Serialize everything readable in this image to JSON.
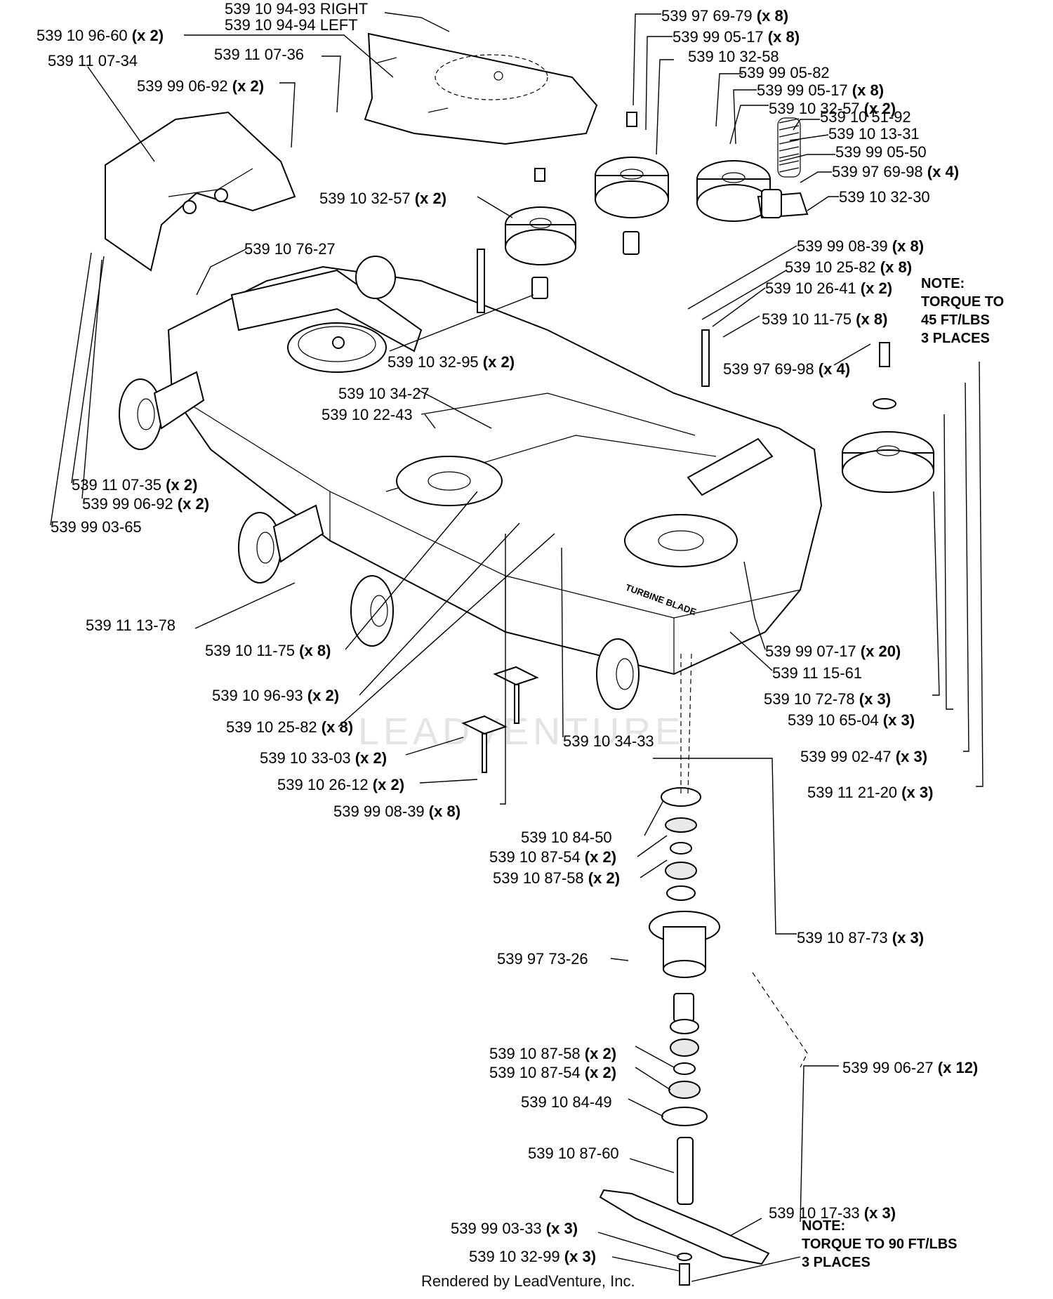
{
  "diagram": {
    "callouts": [
      {
        "part": "539 10 94-93 RIGHT",
        "qty": ""
      },
      {
        "part": "539 10 94-94 LEFT",
        "qty": ""
      },
      {
        "part": "539 10 96-60",
        "qty": "(x 2)"
      },
      {
        "part": "539 11 07-34",
        "qty": ""
      },
      {
        "part": "539 11 07-36",
        "qty": ""
      },
      {
        "part": "539 99 06-92",
        "qty": "(x 2)"
      },
      {
        "part": "539 10 76-27",
        "qty": ""
      },
      {
        "part": "539 10 32-57",
        "qty": "(x 2)"
      },
      {
        "part": "539 97 69-79",
        "qty": "(x 8)"
      },
      {
        "part": "539 99 05-17",
        "qty": "(x 8)"
      },
      {
        "part": "539 10 32-58",
        "qty": ""
      },
      {
        "part": "539 99 05-82",
        "qty": ""
      },
      {
        "part": "539 99 05-17",
        "qty": "(x 8)"
      },
      {
        "part": "539 10 32-57",
        "qty": "(x 2)"
      },
      {
        "part": "539 10 51-92",
        "qty": ""
      },
      {
        "part": "539 10 13-31",
        "qty": ""
      },
      {
        "part": "539 99 05-50",
        "qty": ""
      },
      {
        "part": "539 97 69-98",
        "qty": "(x 4)"
      },
      {
        "part": "539 10 32-30",
        "qty": ""
      },
      {
        "part": "539 99 08-39",
        "qty": "(x 8)"
      },
      {
        "part": "539 10 25-82",
        "qty": "(x 8)"
      },
      {
        "part": "539 10 26-41",
        "qty": "(x 2)"
      },
      {
        "part": "539 10 11-75",
        "qty": "(x 8)"
      },
      {
        "part": "539 97 69-98",
        "qty": "(x 4)"
      },
      {
        "part": "539 10 32-95",
        "qty": "(x 2)"
      },
      {
        "part": "539 10 34-27",
        "qty": ""
      },
      {
        "part": "539 10 22-43",
        "qty": ""
      },
      {
        "part": "539 11 07-35",
        "qty": "(x 2)"
      },
      {
        "part": "539 99 06-92",
        "qty": "(x 2)"
      },
      {
        "part": "539 99 03-65",
        "qty": ""
      },
      {
        "part": "539 11 13-78",
        "qty": ""
      },
      {
        "part": "539 99 07-17",
        "qty": "(x 20)"
      },
      {
        "part": "539 11 15-61",
        "qty": ""
      },
      {
        "part": "539 10 11-75",
        "qty": "(x 8)"
      },
      {
        "part": "539 10 96-93",
        "qty": "(x 2)"
      },
      {
        "part": "539 10 72-78",
        "qty": "(x 3)"
      },
      {
        "part": "539 10 65-04",
        "qty": "(x 3)"
      },
      {
        "part": "539 10 25-82",
        "qty": "(x 8)"
      },
      {
        "part": "539 10 34-33",
        "qty": ""
      },
      {
        "part": "539 10 33-03",
        "qty": "(x 2)"
      },
      {
        "part": "539 99 02-47",
        "qty": "(x 3)"
      },
      {
        "part": "539 10 26-12",
        "qty": "(x 2)"
      },
      {
        "part": "539 11 21-20",
        "qty": "(x 3)"
      },
      {
        "part": "539 99 08-39",
        "qty": "(x 8)"
      },
      {
        "part": "539 10 84-50",
        "qty": ""
      },
      {
        "part": "539 10 87-54",
        "qty": "(x 2)"
      },
      {
        "part": "539 10 87-58",
        "qty": "(x 2)"
      },
      {
        "part": "539 10 87-73",
        "qty": "(x 3)"
      },
      {
        "part": "539 97 73-26",
        "qty": ""
      },
      {
        "part": "539 10 87-58",
        "qty": "(x 2)"
      },
      {
        "part": "539 99 06-27",
        "qty": "(x 12)"
      },
      {
        "part": "539 10 87-54",
        "qty": "(x 2)"
      },
      {
        "part": "539 10 84-49",
        "qty": ""
      },
      {
        "part": "539 10 87-60",
        "qty": ""
      },
      {
        "part": "539 10 17-33",
        "qty": "(x 3)"
      },
      {
        "part": "539 99 03-33",
        "qty": "(x 3)"
      },
      {
        "part": "539 10 32-99",
        "qty": "(x 3)"
      }
    ],
    "notes": [
      {
        "lines": [
          "NOTE:",
          "TORQUE TO",
          "45 FT/LBS",
          "3 PLACES"
        ]
      },
      {
        "lines": [
          "NOTE:",
          "TORQUE TO 90 FT/LBS",
          "3 PLACES"
        ]
      }
    ],
    "deck_brand": "TURBINE BLADE",
    "watermark": "LEADVENTURE",
    "footer": "Rendered by LeadVenture, Inc."
  }
}
